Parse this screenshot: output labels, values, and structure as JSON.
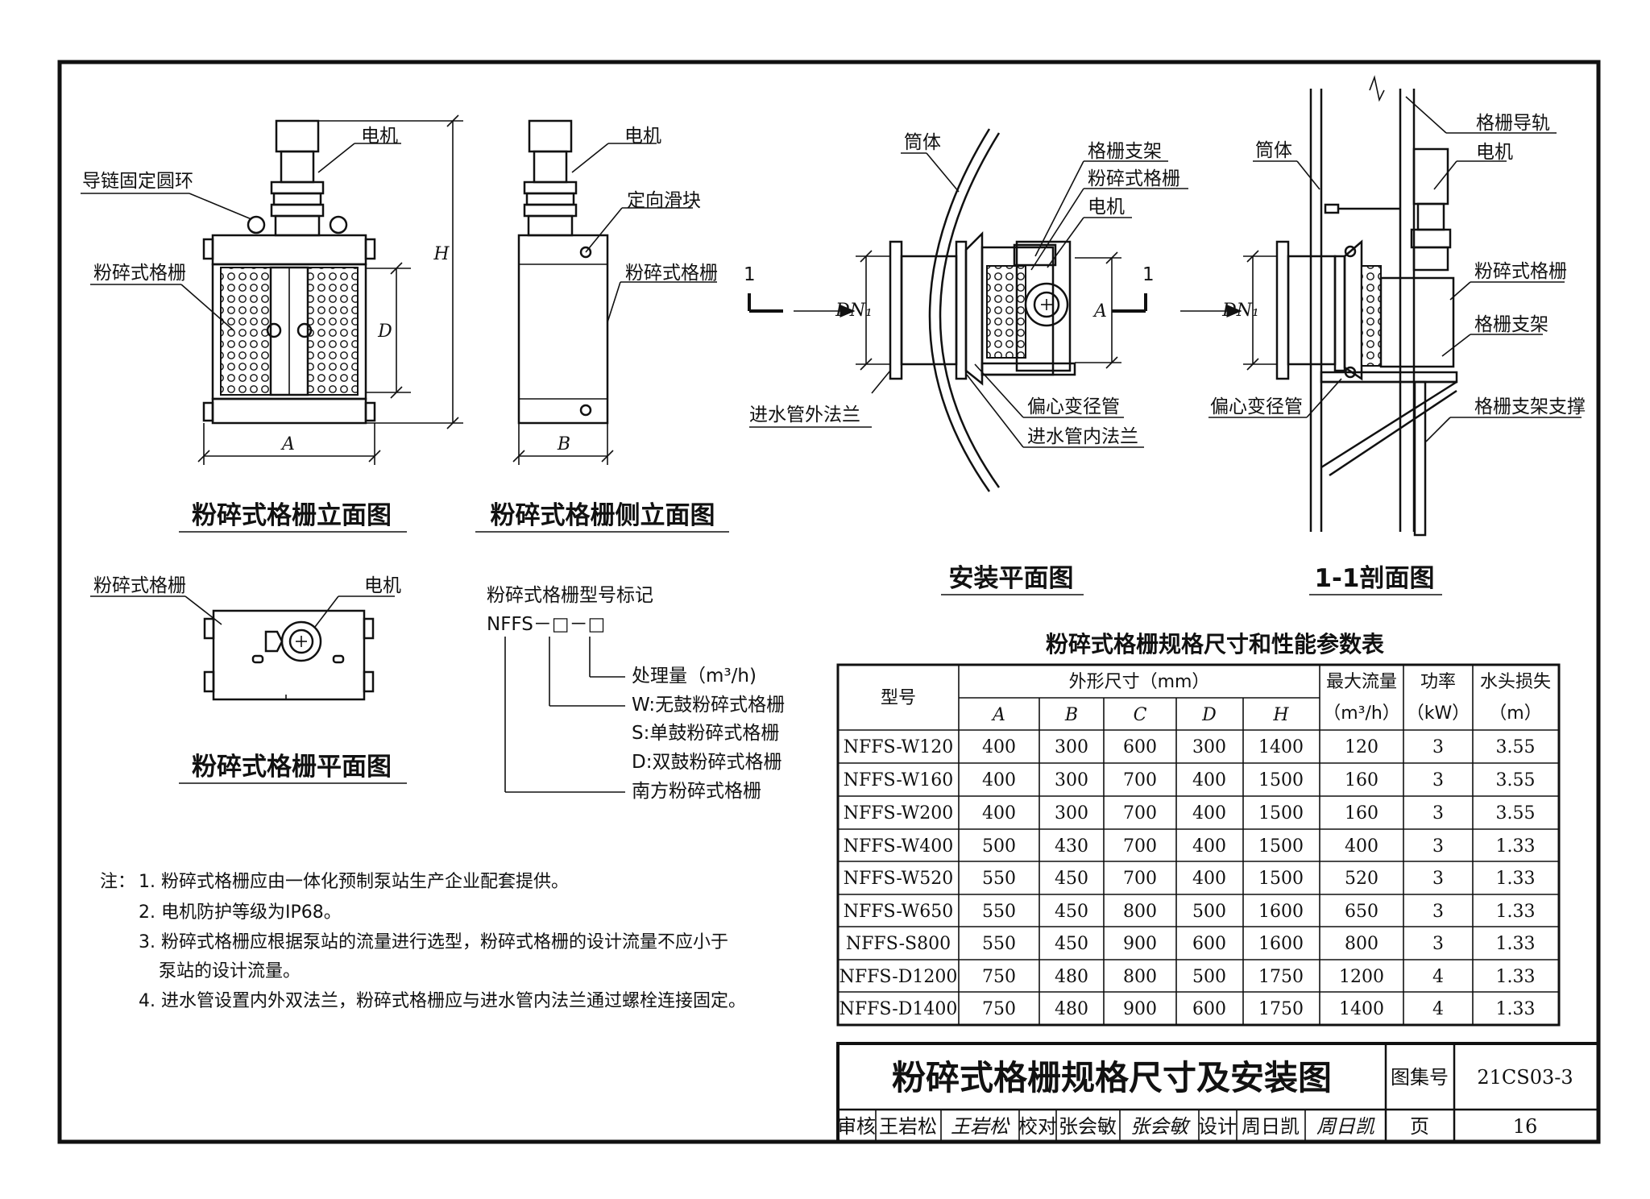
{
  "elevation": {
    "labels": {
      "motor": "电机",
      "ring": "导链固定圆环",
      "grinder": "粉碎式格栅"
    },
    "dims": {
      "d": "D",
      "h": "H",
      "a": "A"
    },
    "caption": "粉碎式格栅立面图"
  },
  "side": {
    "labels": {
      "motor": "电机",
      "slider": "定向滑块",
      "grinder": "粉碎式格栅"
    },
    "dims": {
      "b": "B"
    },
    "caption": "粉碎式格栅侧立面图"
  },
  "plan_view": {
    "labels": {
      "grinder": "粉碎式格栅",
      "motor": "电机"
    },
    "caption": "粉碎式格栅平面图"
  },
  "model_code": {
    "title": "粉碎式格栅型号标记",
    "code": "NFFS－□－□",
    "items": [
      "处理量（m³/h)",
      "W:无鼓粉碎式格栅",
      "S:单鼓粉碎式格栅",
      "D:双鼓粉碎式格栅",
      "南方粉碎式格栅"
    ]
  },
  "install": {
    "labels": {
      "shell": "筒体",
      "bracket": "格栅支架",
      "grinder": "粉碎式格栅",
      "motor": "电机",
      "outer_flange": "进水管外法兰",
      "reducer": "偏心变径管",
      "inner_flange": "进水管内法兰"
    },
    "section_mark": "1",
    "dims": {
      "dn": "DN₁",
      "a": "A"
    },
    "caption": "安装平面图"
  },
  "section": {
    "labels": {
      "rail": "格栅导轨",
      "shell": "筒体",
      "motor": "电机",
      "grinder": "粉碎式格栅",
      "bracket": "格栅支架",
      "reducer": "偏心变径管",
      "support": "格栅支架支撑"
    },
    "dims": {
      "dn": "DN₁"
    },
    "caption": "1-1剖面图"
  },
  "table": {
    "title": "粉碎式格栅规格尺寸和性能参数表",
    "header": {
      "model": "型号",
      "outer": "外形尺寸（mm）",
      "cols": [
        "A",
        "B",
        "C",
        "D",
        "H"
      ],
      "flow": "最大流量",
      "flow_unit": "（m³/h）",
      "power": "功率",
      "power_unit": "（kW）",
      "loss": "水头损失",
      "loss_unit": "（m）"
    },
    "rows": [
      [
        "NFFS-W120",
        "400",
        "300",
        "600",
        "300",
        "1400",
        "120",
        "3",
        "3.55"
      ],
      [
        "NFFS-W160",
        "400",
        "300",
        "700",
        "400",
        "1500",
        "160",
        "3",
        "3.55"
      ],
      [
        "NFFS-W200",
        "400",
        "300",
        "700",
        "400",
        "1500",
        "160",
        "3",
        "3.55"
      ],
      [
        "NFFS-W400",
        "500",
        "430",
        "700",
        "400",
        "1500",
        "400",
        "3",
        "1.33"
      ],
      [
        "NFFS-W520",
        "550",
        "450",
        "700",
        "400",
        "1500",
        "520",
        "3",
        "1.33"
      ],
      [
        "NFFS-W650",
        "550",
        "450",
        "800",
        "500",
        "1600",
        "650",
        "3",
        "1.33"
      ],
      [
        "NFFS-S800",
        "550",
        "450",
        "900",
        "600",
        "1600",
        "800",
        "3",
        "1.33"
      ],
      [
        "NFFS-D1200",
        "750",
        "480",
        "800",
        "500",
        "1750",
        "1200",
        "4",
        "1.33"
      ],
      [
        "NFFS-D1400",
        "750",
        "480",
        "900",
        "600",
        "1750",
        "1400",
        "4",
        "1.33"
      ]
    ]
  },
  "notes": {
    "prefix": "注：",
    "items": [
      "1. 粉碎式格栅应由一体化预制泵站生产企业配套提供。",
      "2. 电机防护等级为IP68。",
      "3. 粉碎式格栅应根据泵站的流量进行选型，粉碎式格栅的设计流量不应小于",
      "泵站的设计流量。",
      "4. 进水管设置内外双法兰，粉碎式格栅应与进水管内法兰通过螺栓连接固定。"
    ]
  },
  "title_block": {
    "title": "粉碎式格栅规格尺寸及安装图",
    "atlas_label": "图集号",
    "atlas_no": "21CS03-3",
    "review_label": "审核",
    "reviewer": "王岩松",
    "reviewer_sig": "王岩松",
    "check_label": "校对",
    "checker": "张会敏",
    "checker_sig": "张会敏",
    "design_label": "设计",
    "designer": "周日凯",
    "designer_sig": "周日凯",
    "page_label": "页",
    "page_no": "16"
  }
}
